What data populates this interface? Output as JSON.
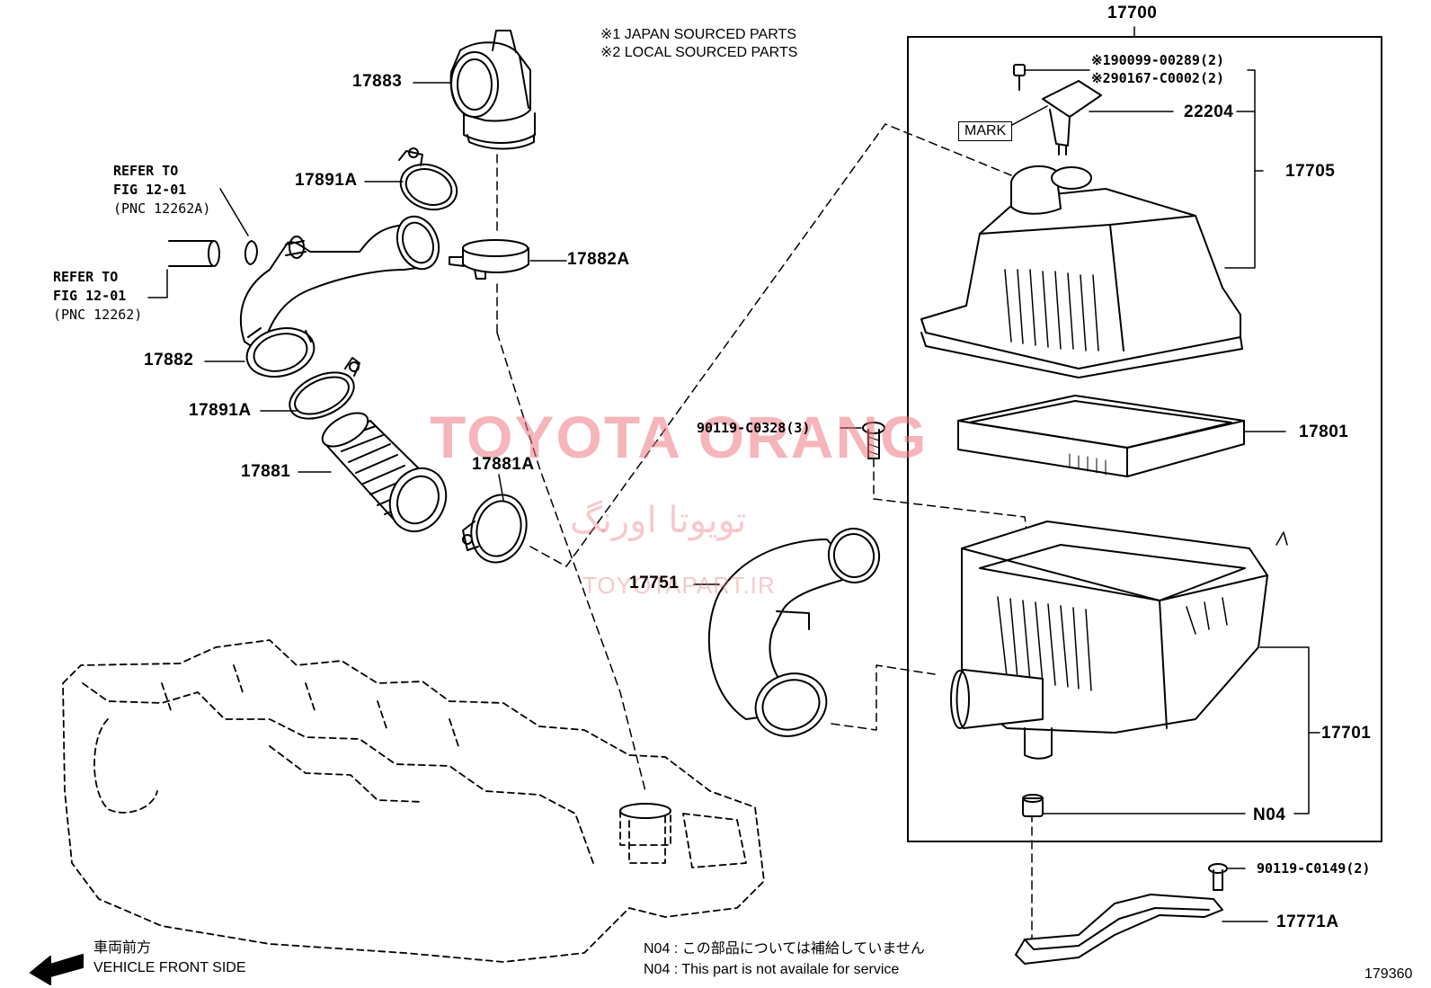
{
  "notes": {
    "japan_sourced": "※1 JAPAN SOURCED PARTS",
    "local_sourced": "※2 LOCAL SOURCED PARTS"
  },
  "parts": {
    "p17700": "17700",
    "p17883": "17883",
    "p17891A_top": "17891A",
    "p17882A": "17882A",
    "p17882": "17882",
    "p17891A_bottom": "17891A",
    "p17881": "17881",
    "p17881A": "17881A",
    "p17751": "17751",
    "p22204": "22204",
    "p17705": "17705",
    "p17801": "17801",
    "p17701": "17701",
    "pN04": "N04",
    "p17771A": "17771A",
    "bolt_190099": "※190099-00289(2)",
    "bolt_290167": "※290167-C0002(2)",
    "bolt_90119_c0328": "90119-C0328(3)",
    "bolt_90119_c0149": "90119-C0149(2)"
  },
  "mark_label": "MARK",
  "refs": {
    "ref1": [
      "REFER TO",
      "FIG 12-01",
      "(PNC 12262A)"
    ],
    "ref2": [
      "REFER TO",
      "FIG 12-01",
      "(PNC 12262)"
    ]
  },
  "footer": {
    "front_jp": "車両前方",
    "front_en": "VEHICLE FRONT SIDE",
    "n04_jp": "N04 : この部品については補給していません",
    "n04_en": "N04 :  This part is not availale for service",
    "figure_id": "179360"
  },
  "watermark": {
    "brand": "TOYOTA ORANG",
    "farsi": "تویوتا اورنگ",
    "site": "TOYOTAPART.IR"
  }
}
